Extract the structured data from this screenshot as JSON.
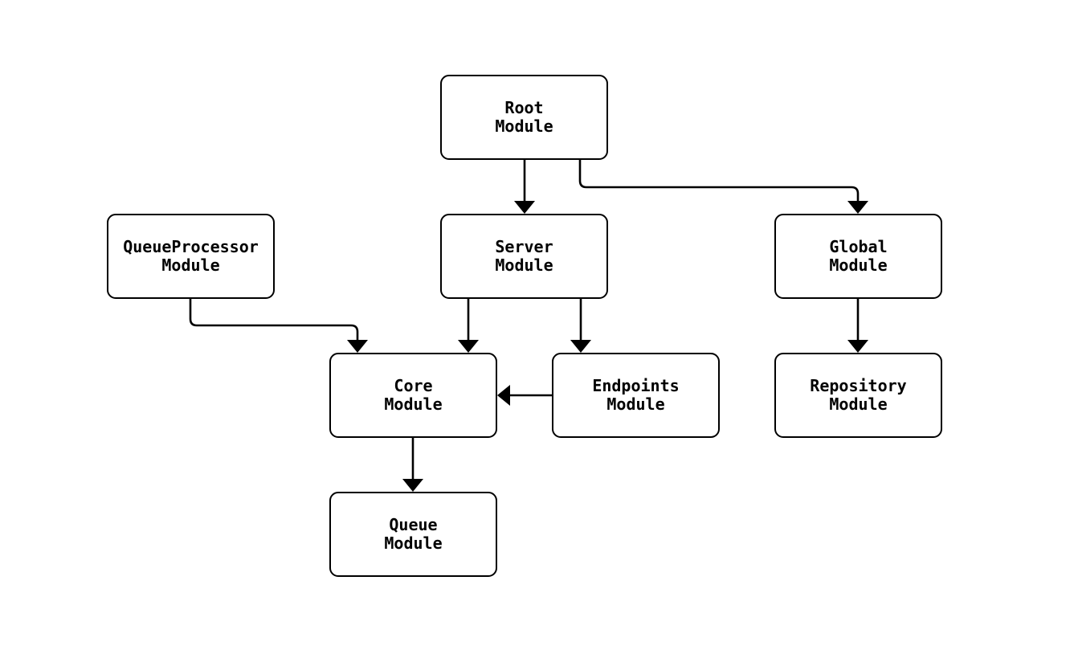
{
  "diagram": {
    "type": "flowchart",
    "background_color": "#ffffff",
    "node_fill_color": "#ffffff",
    "node_border_color": "#000000",
    "edge_color": "#000000",
    "text_color": "#000000",
    "nodes": [
      {
        "id": "root",
        "label": "Root\nModule"
      },
      {
        "id": "server",
        "label": "Server\nModule"
      },
      {
        "id": "global",
        "label": "Global\nModule"
      },
      {
        "id": "queueprocessor",
        "label": "QueueProcessor\nModule"
      },
      {
        "id": "core",
        "label": "Core\nModule"
      },
      {
        "id": "endpoints",
        "label": "Endpoints\nModule"
      },
      {
        "id": "repository",
        "label": "Repository\nModule"
      },
      {
        "id": "queue",
        "label": "Queue\nModule"
      }
    ],
    "edges": [
      {
        "from": "Root Module",
        "to": "Server Module"
      },
      {
        "from": "Root Module",
        "to": "Global Module"
      },
      {
        "from": "QueueProcessor Module",
        "to": "Core Module"
      },
      {
        "from": "Server Module",
        "to": "Core Module"
      },
      {
        "from": "Server Module",
        "to": "Endpoints Module"
      },
      {
        "from": "Endpoints Module",
        "to": "Core Module"
      },
      {
        "from": "Global Module",
        "to": "Repository Module"
      },
      {
        "from": "Core Module",
        "to": "Queue Module"
      }
    ]
  }
}
